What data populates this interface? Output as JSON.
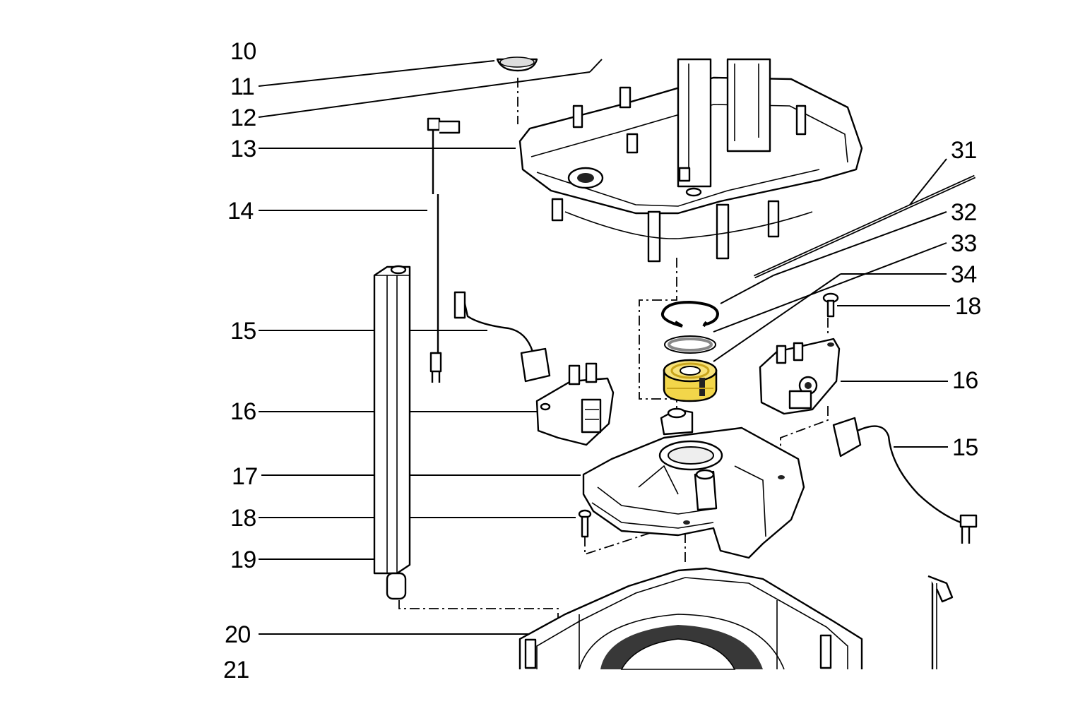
{
  "callouts": [
    {
      "id": "11",
      "text": "11"
    },
    {
      "id": "12",
      "text": "12"
    },
    {
      "id": "13",
      "text": "13"
    },
    {
      "id": "14",
      "text": "14"
    },
    {
      "id": "15-left",
      "text": "15"
    },
    {
      "id": "16-left",
      "text": "16"
    },
    {
      "id": "17",
      "text": "17"
    },
    {
      "id": "18-left",
      "text": "18"
    },
    {
      "id": "19",
      "text": "19"
    },
    {
      "id": "20",
      "text": "20"
    },
    {
      "id": "31",
      "text": "31"
    },
    {
      "id": "32",
      "text": "32"
    },
    {
      "id": "33",
      "text": "33"
    },
    {
      "id": "34",
      "text": "34"
    },
    {
      "id": "18-right",
      "text": "18"
    },
    {
      "id": "16-right",
      "text": "16"
    },
    {
      "id": "15-right",
      "text": "15"
    }
  ],
  "highlight": {
    "part": "34",
    "color": "#f2d64a",
    "accent": "#c9a51c"
  },
  "colors": {
    "line": "#000000",
    "background": "#ffffff"
  }
}
